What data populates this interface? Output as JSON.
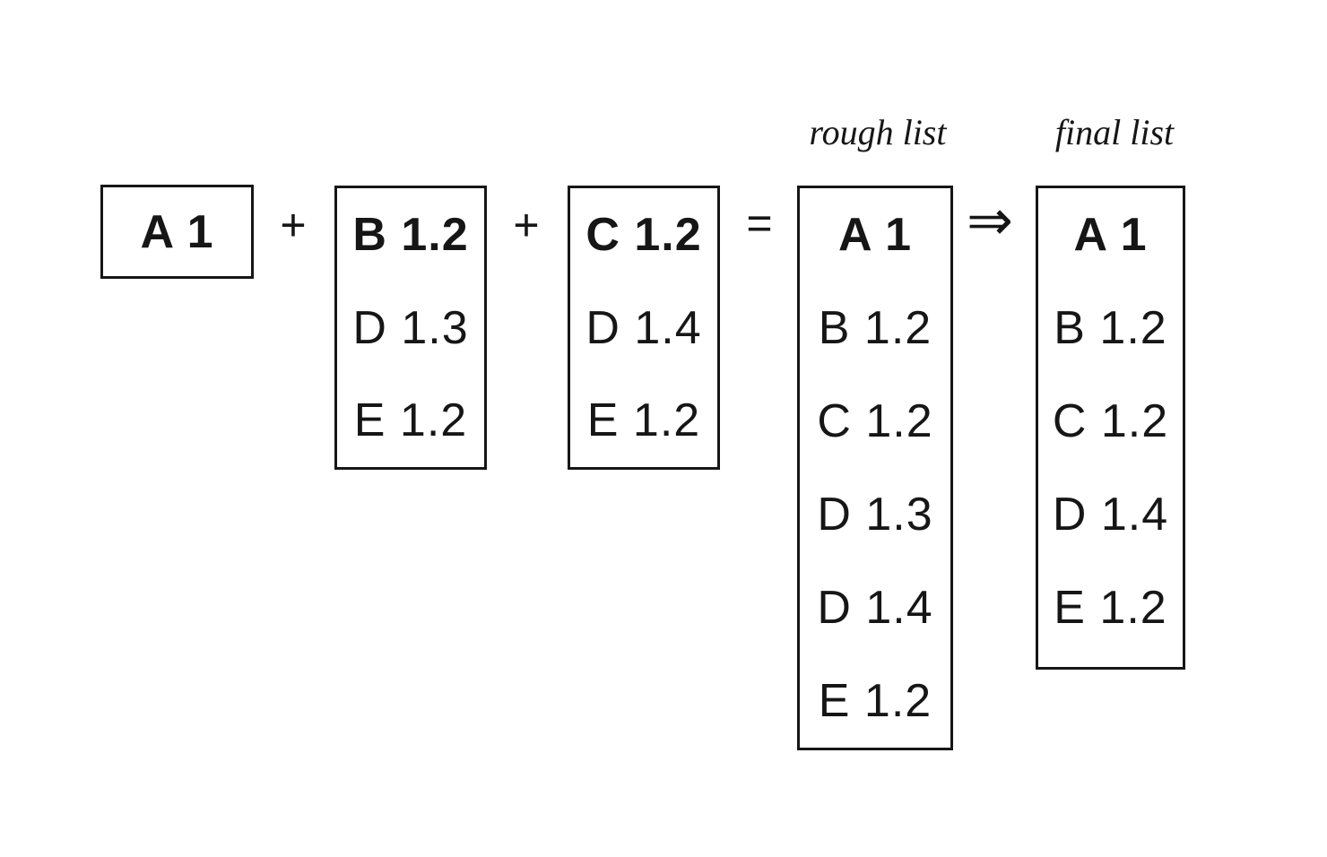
{
  "diagram": {
    "labels": {
      "rough_list": "rough list",
      "final_list": "final list"
    },
    "operators": {
      "plus_1": "+",
      "plus_2": "+",
      "equals": "=",
      "implies": "⇒"
    },
    "seed_box": {
      "items": [
        {
          "text": "A 1",
          "bold": true
        }
      ]
    },
    "list_b": {
      "items": [
        {
          "text": "B 1.2",
          "bold": true
        },
        {
          "text": "D 1.3",
          "bold": false
        },
        {
          "text": "E 1.2",
          "bold": false
        }
      ]
    },
    "list_c": {
      "items": [
        {
          "text": "C 1.2",
          "bold": true
        },
        {
          "text": "D 1.4",
          "bold": false
        },
        {
          "text": "E 1.2",
          "bold": false
        }
      ]
    },
    "rough_list": {
      "items": [
        {
          "text": "A 1",
          "bold": true
        },
        {
          "text": "B 1.2",
          "bold": false
        },
        {
          "text": "C 1.2",
          "bold": false
        },
        {
          "text": "D 1.3",
          "bold": false
        },
        {
          "text": "D 1.4",
          "bold": false
        },
        {
          "text": "E 1.2",
          "bold": false
        }
      ]
    },
    "final_list": {
      "items": [
        {
          "text": "A 1",
          "bold": true
        },
        {
          "text": "B 1.2",
          "bold": false
        },
        {
          "text": "C 1.2",
          "bold": false
        },
        {
          "text": "D 1.4",
          "bold": false
        },
        {
          "text": "E 1.2",
          "bold": false
        }
      ]
    },
    "colors": {
      "ink": "#161616",
      "background": "#ffffff"
    }
  }
}
